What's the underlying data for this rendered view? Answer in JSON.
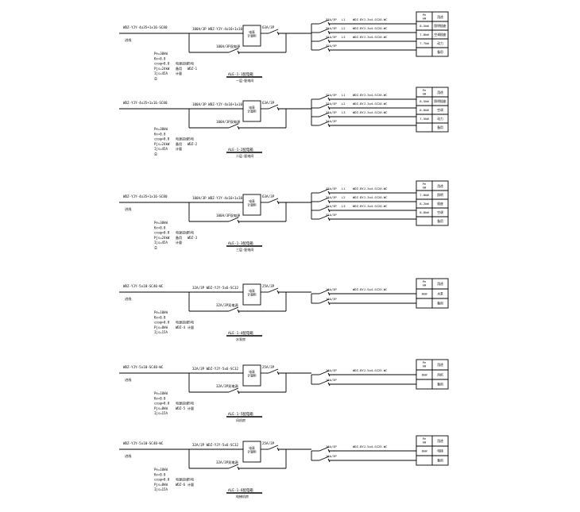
{
  "diagram": {
    "title": "",
    "circuits": [
      {
        "incoming_cable": "WDZ-YJY-4x35+1x16-SC80",
        "incoming_label": "进线",
        "breaker": "100A/3P",
        "branch_cable": "WDZ-YJY-4x16+1x10",
        "meter": "电表\n计量柜",
        "main_switch": "63A/3P",
        "bypass_label": "100A/3P双电源",
        "specs": [
          "Pe=30kW",
          "Kx=0.8",
          "cosφ=0.8",
          "Pjs=24kW",
          "Ijs=45A",
          "总"
        ],
        "specs_right": [
          "电源进线",
          "市电",
          "备用",
          "WDZ-1",
          "计量"
        ],
        "box_title": "ALE-1-1配电箱",
        "box_subtitle": "一层-配电间",
        "outlets": [
          {
            "breaker": "32A/3P",
            "phase": "L1",
            "cable": "WDZ-BYJ-3x4-SC20-WC",
            "power": "8.5kW",
            "use": "照明插座"
          },
          {
            "breaker": "32A/3P",
            "phase": "L2",
            "cable": "WDZ-BYJ-3x4-SC20-WC",
            "power": "7.8kW",
            "use": "空调插座"
          },
          {
            "breaker": "32A/3P",
            "phase": "L3",
            "cable": "WDZ-BYJ-3x4-SC20-WC",
            "power": "7.7kW",
            "use": "动力"
          },
          {
            "breaker": "32A/3P",
            "phase": "",
            "cable": "",
            "power": "",
            "use": "备用"
          }
        ]
      },
      {
        "incoming_cable": "WDZ-YJY-4x35+1x16-SC80",
        "incoming_label": "",
        "breaker": "100A/3P",
        "branch_cable": "WDZ-YJY-4x16+1x10",
        "meter": "电表\n计量柜",
        "main_switch": "63A/3P",
        "bypass_label": "100A/3P双电源",
        "specs": [
          "Pe=30kW",
          "Kx=0.8",
          "cosφ=0.8",
          "Pjs=24kW",
          "Ijs=45A",
          "总"
        ],
        "specs_right": [
          "电源进线",
          "市电",
          "备用",
          "WDZ-2",
          "计量"
        ],
        "box_title": "ALE-1-2配电箱",
        "box_subtitle": "二层-配电间",
        "outlets": [
          {
            "breaker": "32A/3P",
            "phase": "L1",
            "cable": "WDZ-BYJ-3x4-SC20-WC",
            "power": "8.5kW",
            "use": "照明插座"
          },
          {
            "breaker": "32A/3P",
            "phase": "L2",
            "cable": "WDZ-BYJ-3x4-SC20-WC",
            "power": "8.0kW",
            "use": "空调"
          },
          {
            "breaker": "32A/3P",
            "phase": "L3",
            "cable": "WDZ-BYJ-3x4-SC20-WC",
            "power": "7.5kW",
            "use": "动力"
          },
          {
            "breaker": "32A/3P",
            "phase": "",
            "cable": "",
            "power": "",
            "use": "备用"
          }
        ]
      },
      {
        "incoming_cable": "WDZ-YJY-4x35+1x16-SC80",
        "incoming_label": "进线",
        "breaker": "100A/3P",
        "branch_cable": "WDZ-YJY-4x16+1x10",
        "meter": "电表\n计量柜",
        "main_switch": "63A/3P",
        "bypass_label": "100A/3P双电源",
        "specs": [
          "Pe=30kW",
          "Kx=0.8",
          "cosφ=0.8",
          "Pjs=24kW",
          "Ijs=45A",
          "总"
        ],
        "specs_right": [
          "电源进线",
          "市电",
          "备用",
          "WDZ-3",
          "计量"
        ],
        "box_title": "ALE-1-3配电箱",
        "box_subtitle": "三层-配电间",
        "outlets": [
          {
            "breaker": "32A/3P",
            "phase": "L1",
            "cable": "WDZ-BYJ-3x4-SC20-WC",
            "power": "7.8kW",
            "use": "照明"
          },
          {
            "breaker": "32A/3P",
            "phase": "L2",
            "cable": "WDZ-BYJ-3x4-SC20-WC",
            "power": "8.2kW",
            "use": "插座"
          },
          {
            "breaker": "32A/3P",
            "phase": "L3",
            "cable": "WDZ-BYJ-3x4-SC20-WC",
            "power": "8.0kW",
            "use": "空调"
          },
          {
            "breaker": "32A/3P",
            "phase": "",
            "cable": "",
            "power": "",
            "use": "备用"
          }
        ]
      },
      {
        "incoming_cable": "WDZ-YJY-5x10-SC40-WC",
        "incoming_label": "进线",
        "breaker": "32A/3P",
        "branch_cable": "WDZ-YJY-5x6-SC32",
        "meter": "电表\n计量柜",
        "main_switch": "25A/3P",
        "bypass_label": "32A/3P双电源",
        "specs": [
          "Pe=10kW",
          "Kx=0.8",
          "cosφ=0.8",
          "Pjs=8kW",
          "Ijs=15A"
        ],
        "specs_right": [
          "电源进线",
          "市电",
          "WDZ-4",
          "计量"
        ],
        "box_title": "ALE-1-4配电箱",
        "box_subtitle": "水泵房",
        "outlets": [
          {
            "breaker": "16A/3P",
            "phase": "",
            "cable": "WDZ-BYJ-5x4-SC25-WC",
            "power": "8kW",
            "use": "水泵"
          },
          {
            "breaker": "16A/3P",
            "phase": "",
            "cable": "",
            "power": "",
            "use": "备用"
          }
        ]
      },
      {
        "incoming_cable": "WDZ-YJY-5x10-SC40-WC",
        "incoming_label": "进线",
        "breaker": "32A/3P",
        "branch_cable": "WDZ-YJY-5x6-SC32",
        "meter": "电表\n计量柜",
        "main_switch": "25A/3P",
        "bypass_label": "32A/3P双电源",
        "specs": [
          "Pe=10kW",
          "Kx=0.8",
          "cosφ=0.8",
          "Pjs=8kW",
          "Ijs=15A"
        ],
        "specs_right": [
          "电源进线",
          "市电",
          "WDZ-5",
          "计量"
        ],
        "box_title": "ALE-1-5配电箱",
        "box_subtitle": "风机房",
        "outlets": [
          {
            "breaker": "16A/3P",
            "phase": "",
            "cable": "WDZ-BYJ-5x4-SC25-WC",
            "power": "8kW",
            "use": "风机"
          },
          {
            "breaker": "16A/3P",
            "phase": "",
            "cable": "",
            "power": "",
            "use": "备用"
          }
        ]
      },
      {
        "incoming_cable": "WDZ-YJY-5x10-SC40-WC",
        "incoming_label": "进线",
        "breaker": "32A/3P",
        "branch_cable": "WDZ-YJY-5x6-SC32",
        "meter": "电表\n计量柜",
        "main_switch": "25A/3P",
        "bypass_label": "32A/3P双电源",
        "specs": [
          "Pe=10kW",
          "Kx=0.8",
          "cosφ=0.8",
          "Pjs=8kW",
          "Ijs=15A"
        ],
        "specs_right": [
          "电源进线",
          "市电",
          "WDZ-6",
          "计量"
        ],
        "box_title": "ALE-1-6配电箱",
        "box_subtitle": "电梯机房",
        "outlets": [
          {
            "breaker": "16A/3P",
            "phase": "",
            "cable": "WDZ-BYJ-5x4-SC25-WC",
            "power": "8kW",
            "use": "电梯"
          },
          {
            "breaker": "16A/3P",
            "phase": "",
            "cable": "",
            "power": "",
            "use": "备用"
          }
        ]
      }
    ],
    "table_header": {
      "col1": "Pe\nkW",
      "col2": "用途"
    }
  }
}
